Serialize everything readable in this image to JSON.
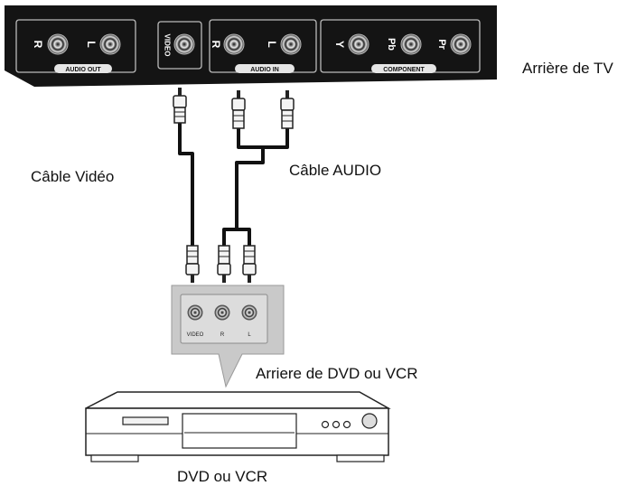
{
  "labels": {
    "tv_back": "Arrière de TV",
    "video_cable": "Câble Vidéo",
    "audio_cable": "Câble AUDIO",
    "dvd_back": "Arriere de DVD ou VCR",
    "device": "DVD ou VCR"
  },
  "tv_panel": {
    "audio_out_label": "AUDIO OUT",
    "audio_in_label": "AUDIO IN",
    "component_label": "COMPONENT",
    "video_label": "VIDEO",
    "jack_r": "R",
    "jack_l": "L",
    "jack_y": "Y",
    "jack_pb": "Pb",
    "jack_pr": "Pr"
  },
  "dvd_panel": {
    "video": "VIDEO",
    "r": "R",
    "l": "L"
  }
}
